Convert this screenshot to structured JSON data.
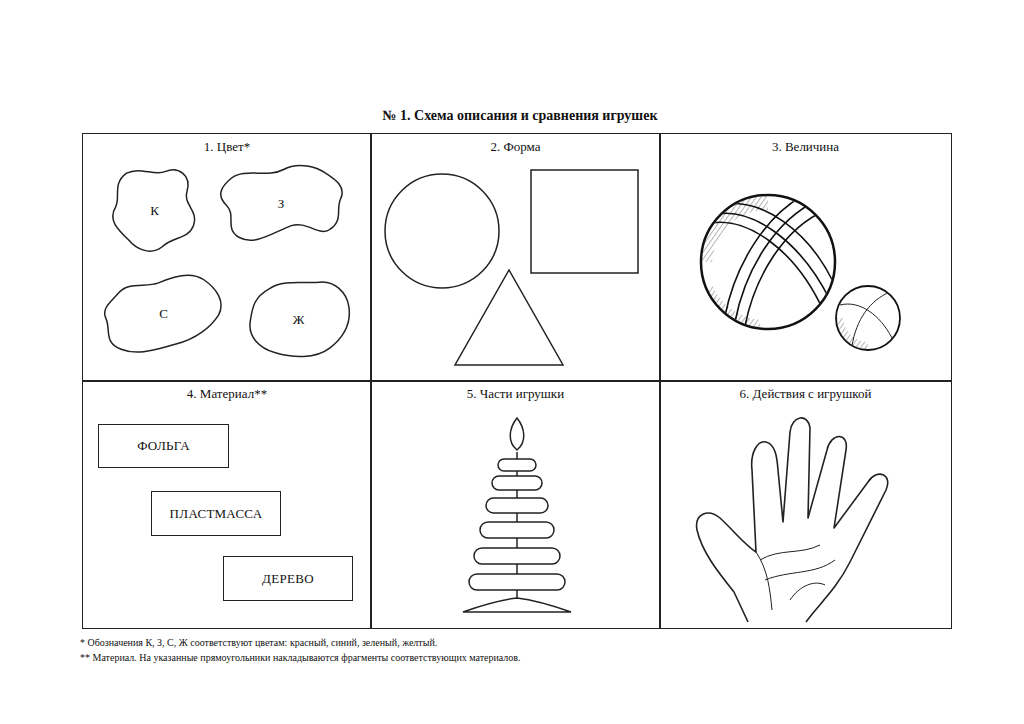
{
  "diagram": {
    "title": "№ 1. Схема описания и сравнения игрушек",
    "nodes": [
      {
        "text": [
          "1. Цвет*"
        ]
      },
      {
        "text": [
          "К"
        ],
        "in": 0
      },
      {
        "text": [
          "З"
        ],
        "in": 0
      },
      {
        "text": [
          "С"
        ],
        "in": 0
      },
      {
        "text": [
          "Ж"
        ],
        "in": 0
      },
      {
        "text": [
          "2. Форма"
        ]
      },
      {
        "text": [
          "3. Величина"
        ]
      },
      {
        "text": [
          "4. Материал**"
        ]
      },
      {
        "text": [
          "ФОЛЬГА"
        ],
        "in": 7
      },
      {
        "text": [
          "ПЛАСТМАССА"
        ],
        "in": 7
      },
      {
        "text": [
          "ДЕРЕВО"
        ],
        "in": 7
      },
      {
        "text": [
          "5. Части игрушки"
        ]
      },
      {
        "text": [
          "6. Действия с игрушкой"
        ]
      }
    ],
    "labels": [
      "* Обозначения К, З, С, Ж соответствуют цветам: красный, синий, зеленый, желтый.",
      "** Материал. На указанные прямоугольники накладываются фрагменты соответствующих материалов."
    ]
  }
}
